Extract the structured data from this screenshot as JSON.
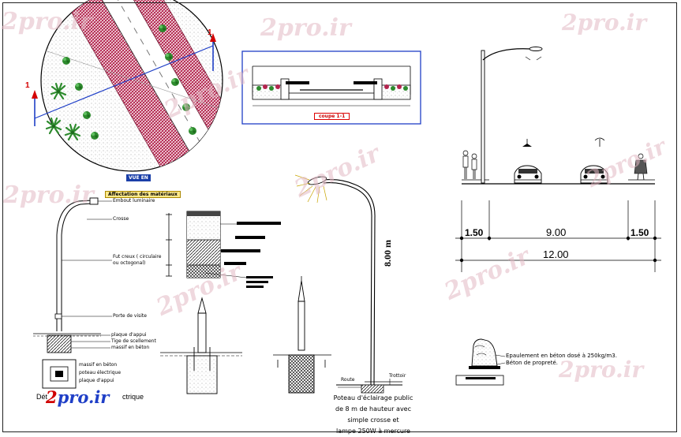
{
  "colors": {
    "paving": "#b3244e",
    "plant": "#2e8b2e",
    "section_marker": "#1f3fc7",
    "marker_arrow": "#d40000",
    "watermark": "#e3b9c4",
    "logo_red": "#d00000",
    "logo_blue": "#1f3fc7"
  },
  "watermarks": [
    "2pro.ir",
    "2pro.ir",
    "2pro.ir",
    "2pro.ir",
    "2pro.ir",
    "2pro.ir",
    "2pro.ir",
    "2pro.ir",
    "2pro.ir"
  ],
  "plan_view": {
    "scale_plate": "VUE EN",
    "section_marker_left": "1",
    "section_marker_right": "1"
  },
  "section_view": {
    "title": "coupe 1-1"
  },
  "street_profile": {
    "dimension_left": "1.50",
    "dimension_middle": "9.00",
    "dimension_right": "1.50",
    "dimension_total": "12.00"
  },
  "pole_detail": {
    "title": "Affectation des matériaux",
    "labels": [
      "Embout luminaire",
      "Crosse",
      "Fut creux ( circulaire ou octogonal)",
      "Porte de visite",
      "plaque d'appui",
      "Tige de scellement",
      "massif en béton"
    ],
    "legend": [
      "massif en béton",
      "poteau électrique",
      "plaque d'appui"
    ],
    "footer_fragment_left": "Dét",
    "footer_fragment_right": "ctrique",
    "logo_digit": "2",
    "logo_text": "pro.ir"
  },
  "tall_pole": {
    "height_label": "8.00 m",
    "road_label": "Route",
    "sidewalk_label": "Trottoir",
    "caption": [
      "Poteau d'éclairage public",
      "de 8 m de hauteur avec",
      "simple crosse et",
      "lampe 250W à mercure"
    ]
  },
  "shoulder_detail": {
    "notes": [
      "Epaulement en béton dosé à 250kg/m3.",
      "Béton de propreté."
    ]
  }
}
